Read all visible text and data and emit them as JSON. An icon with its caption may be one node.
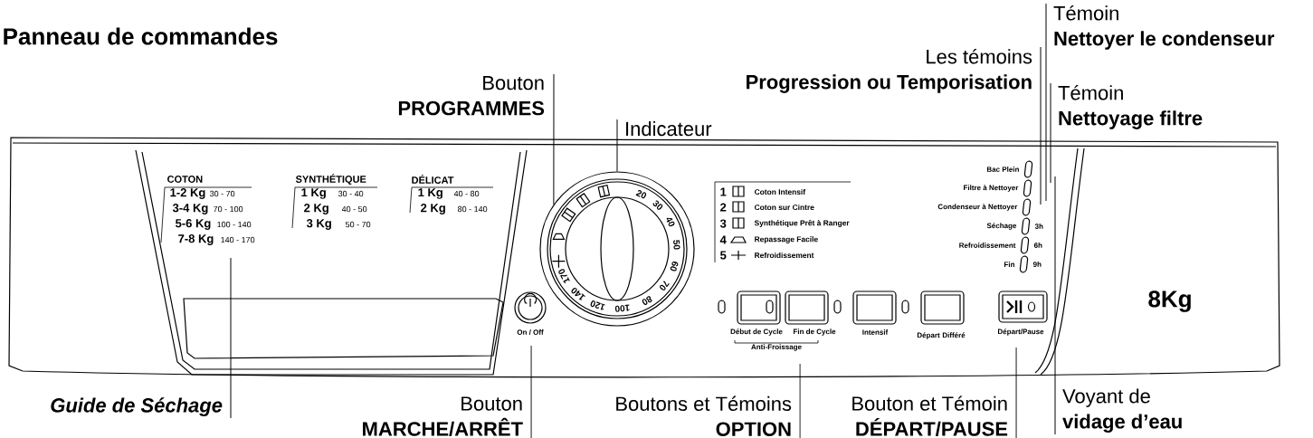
{
  "diagram": {
    "title": "Panneau de commandes",
    "nodes": [
      {
        "text": [
          "Bouton",
          "PROGRAMMES"
        ]
      },
      {
        "text": [
          "Indicateur"
        ]
      },
      {
        "text": [
          "Les témoins",
          "Progression ou Temporisation"
        ]
      },
      {
        "text": [
          "Témoin",
          "Nettoyer le condenseur"
        ]
      },
      {
        "text": [
          "Témoin",
          "Nettoyage filtre"
        ]
      },
      {
        "text": [
          "Guide de Séchage"
        ]
      },
      {
        "text": [
          "Bouton",
          "MARCHE/ARRÊT"
        ]
      },
      {
        "text": [
          "Boutons et Témoins",
          "OPTION"
        ]
      },
      {
        "text": [
          "Bouton et Témoin",
          "DÉPART/PAUSE"
        ]
      },
      {
        "text": [
          "Voyant de",
          "vidage d’eau"
        ]
      },
      {
        "text": [],
        "shape": "circle"
      }
    ],
    "edges": [
      {
        "from": 0,
        "to": 10,
        "arrow": "none"
      },
      {
        "from": 1,
        "to": 10,
        "arrow": "none"
      },
      {
        "from": 2,
        "to": null,
        "arrow": "none"
      },
      {
        "from": 3,
        "to": null,
        "arrow": "none"
      },
      {
        "from": 4,
        "to": null,
        "arrow": "none"
      },
      {
        "from": 5,
        "to": null,
        "arrow": "none"
      },
      {
        "from": 6,
        "to": null,
        "arrow": "none"
      },
      {
        "from": 7,
        "to": null,
        "arrow": "none"
      },
      {
        "from": 8,
        "to": null,
        "arrow": "none"
      },
      {
        "from": 9,
        "to": null,
        "arrow": "none"
      }
    ],
    "labels": [
      "COTON",
      "SYNTHÉTIQUE",
      "DÉLICAT",
      "1-2 Kg",
      "30 - 70",
      "3-4 Kg",
      "70 - 100",
      "5-6 Kg",
      "100 - 140",
      "7-8 Kg",
      "140 - 170",
      "1 Kg",
      "30 - 40",
      "2 Kg",
      "40 - 50",
      "3 Kg",
      "50 - 70",
      "1 Kg",
      "40 - 80",
      "2 Kg",
      "80 - 140",
      "20",
      "30",
      "40",
      "50",
      "60",
      "70",
      "80",
      "120",
      "100",
      "140",
      "170",
      "1",
      "Coton Intensif",
      "2",
      "Coton sur Cintre",
      "3",
      "Synthétique Prêt à Ranger",
      "4",
      "Repassage Facile",
      "5",
      "Refroidissement",
      "Bac Plein",
      "Filtre à Nettoyer",
      "Condenseur à Nettoyer",
      "Séchage",
      "3h",
      "Refroidissement",
      "6h",
      "Fin",
      "9h",
      "On / Off",
      "Début de Cycle",
      "Fin de Cycle",
      "Anti-Froissage",
      "Intensif",
      "Départ Différé",
      "Départ/Pause",
      "8Kg"
    ]
  }
}
